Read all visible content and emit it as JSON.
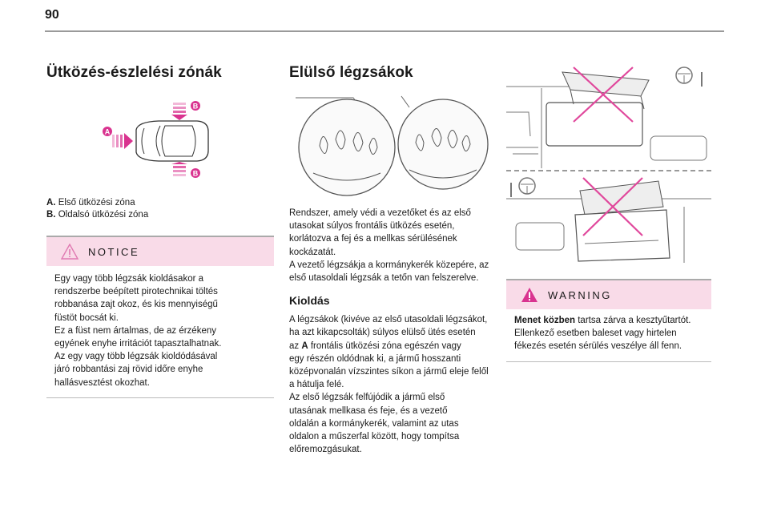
{
  "page_number": "90",
  "col1": {
    "title": "Ütközés-észlelési zónák",
    "diagram": {
      "label_a": "A",
      "label_b": "B"
    },
    "legend": [
      {
        "key": "A.",
        "text": "Első ütközési zóna"
      },
      {
        "key": "B.",
        "text": "Oldalsó ütközési zóna"
      }
    ],
    "notice": {
      "title": "NOTICE",
      "text_lines": [
        "Egy vagy több légzsák kioldásakor a",
        "rendszerbe beépített pirotechnikai töltés",
        "robbanása zajt okoz, és kis mennyiségű",
        "füstöt bocsát ki.",
        "Ez a füst nem ártalmas, de az érzékeny",
        "egyének enyhe irritációt tapasztalhatnak.",
        "Az egy vagy több légzsák kioldódásával",
        "járó robbantási zaj rövid időre enyhe",
        "hallásvesztést okozhat."
      ]
    }
  },
  "col2": {
    "title": "Elülső légzsákok",
    "intro_lines": [
      "Rendszer, amely védi a vezetőket és az első",
      "utasokat súlyos frontális ütközés esetén,",
      "korlátozva a fej és a mellkas sérülésének",
      "kockázatát.",
      "A vezető légzsákja a kormánykerék közepére, az",
      "első utasoldali légzsák a tetőn van felszerelve."
    ],
    "subheading": "Kioldás",
    "body_lines": [
      {
        "pre": "A légzsákok (kivéve az első utasoldali légzsákot,",
        "bold": "",
        "post": ""
      },
      {
        "pre": "ha azt kikapcsolták) súlyos elülső ütés esetén",
        "bold": "",
        "post": ""
      },
      {
        "pre": "az ",
        "bold": "A",
        "post": " frontális ütközési zóna egészén vagy"
      },
      {
        "pre": "egy részén oldódnak ki, a jármű hosszanti",
        "bold": "",
        "post": ""
      },
      {
        "pre": "középvonalán vízszintes síkon a jármű eleje felől",
        "bold": "",
        "post": ""
      },
      {
        "pre": "a hátulja felé.",
        "bold": "",
        "post": ""
      },
      {
        "pre": "Az első légzsák felfújódik a jármű első",
        "bold": "",
        "post": ""
      },
      {
        "pre": "utasának mellkasa és feje, és a vezető",
        "bold": "",
        "post": ""
      },
      {
        "pre": "oldalán a kormánykerék, valamint az utas",
        "bold": "",
        "post": ""
      },
      {
        "pre": "oldalon a műszerfal között, hogy tompítsa",
        "bold": "",
        "post": ""
      },
      {
        "pre": "előremozgásukat.",
        "bold": "",
        "post": ""
      }
    ]
  },
  "col3": {
    "warning": {
      "title": "WARNING",
      "lead_bold": "Menet közben",
      "line1_rest": " tartsa zárva a kesztyűtartót.",
      "lines": [
        "Ellenkező esetben baleset vagy hirtelen",
        "fékezés esetén sérülés veszélye áll fenn."
      ]
    }
  },
  "colors": {
    "accent_magenta": "#d9338f",
    "box_header_bg": "#f9dbe8",
    "warning_triangle": "#d9338f",
    "cross": "#e0489c",
    "line_grey": "#9a9a9a"
  }
}
